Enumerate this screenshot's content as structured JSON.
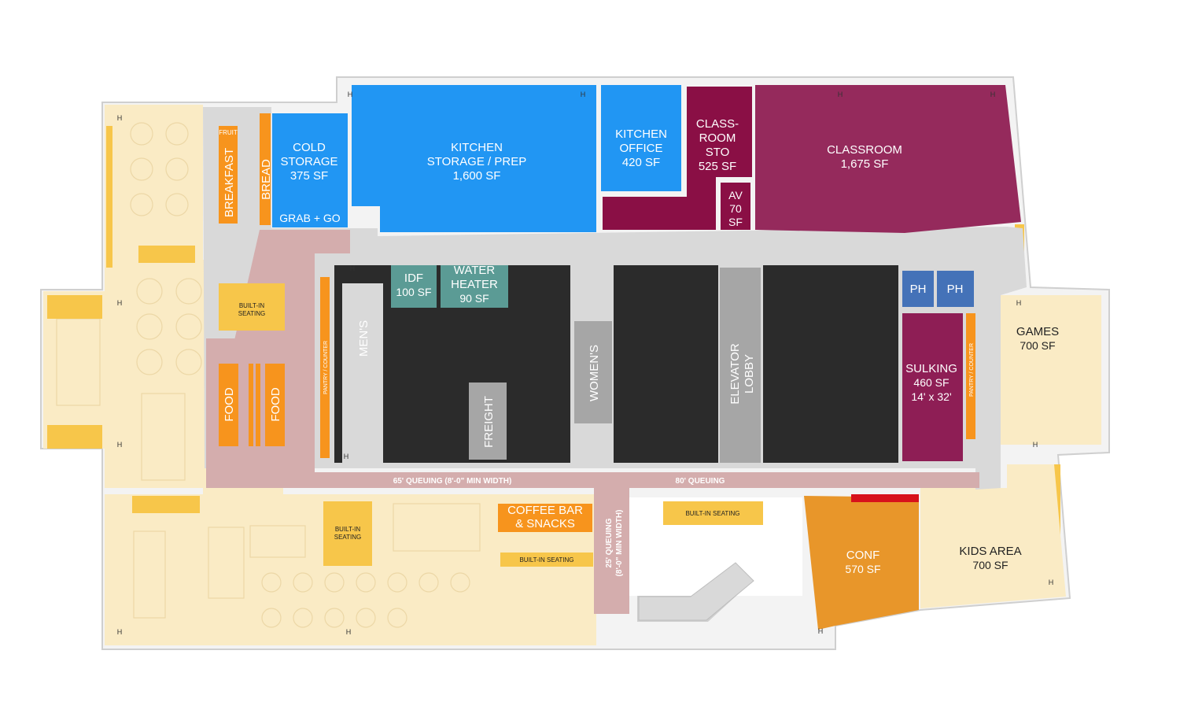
{
  "rooms": {
    "cold_storage": {
      "name_1": "COLD",
      "name_2": "STORAGE",
      "area": "375 SF",
      "color": "#2196f3"
    },
    "kitchen_storage": {
      "name_1": "KITCHEN",
      "name_2": "STORAGE / PREP",
      "area": "1,600 SF",
      "color": "#2196f3"
    },
    "kitchen_office": {
      "name_1": "KITCHEN",
      "name_2": "OFFICE",
      "area": "420 SF",
      "color": "#2196f3"
    },
    "classroom_sto": {
      "name_1": "CLASS-",
      "name_2": "ROOM",
      "name_3": "STO",
      "area": "525 SF",
      "color": "#8a0f45"
    },
    "av": {
      "name": "AV",
      "area_1": "70",
      "area_2": "SF",
      "color": "#8a0f45"
    },
    "classroom": {
      "name": "CLASSROOM",
      "area": "1,675 SF",
      "color": "#952a5c"
    },
    "idf": {
      "name": "IDF",
      "area": "100 SF",
      "color": "#5b9b95"
    },
    "water_heater": {
      "name_1": "WATER",
      "name_2": "HEATER",
      "area": "90 SF",
      "color": "#5b9b95"
    },
    "ph_1": {
      "name": "PH",
      "color": "#4472b8"
    },
    "ph_2": {
      "name": "PH",
      "color": "#4472b8"
    },
    "sulking": {
      "name": "SULKING",
      "area": "460 SF",
      "size": "14' x 32'",
      "color": "#8e1e55"
    },
    "games": {
      "name": "GAMES",
      "area": "700 SF",
      "color": "#f8e6c2"
    },
    "kids_area": {
      "name": "KIDS AREA",
      "area": "700 SF",
      "color": "#f8e6c2"
    },
    "conf": {
      "name": "CONF",
      "area": "570 SF",
      "color": "#e8962a"
    },
    "mens": {
      "name": "MEN'S"
    },
    "womens": {
      "name": "WOMEN'S"
    },
    "freight": {
      "name": "FREIGHT"
    },
    "elevator_lobby": {
      "name_1": "ELEVATOR",
      "name_2": "LOBBY"
    }
  },
  "stations": {
    "fruit": "FRUIT",
    "breakfast": "BREAKFAST",
    "bread": "BREAD",
    "grab_go": "GRAB + GO",
    "food_1": "FOOD",
    "food_2": "FOOD",
    "coffee_1": "COFFEE BAR",
    "coffee_2": "& SNACKS",
    "pantry_1": "PANTRY / COUNTER",
    "pantry_2": "PANTRY / COUNTER",
    "color": "#f7941d"
  },
  "seating": {
    "builtin_1": {
      "l1": "BUILT-IN",
      "l2": "SEATING"
    },
    "builtin_2": {
      "l1": "BUILT-IN",
      "l2": "SEATING"
    },
    "builtin_3": "BUILT-IN SEATING",
    "builtin_4": "BUILT-IN SEATING",
    "color": "#f7c64a"
  },
  "queuing": {
    "q65": "65' QUEUING (8'-0\" MIN WIDTH)",
    "q80": "80' QUEUING",
    "q25_1": "25' QUEUING",
    "q25_2": "(8'-0\" MIN WIDTH)",
    "color": "#d4adad"
  },
  "colors": {
    "dining": "#faebc5",
    "dining_accent": "#f7c64a",
    "corridor": "#d9d9d9",
    "core": "#2b2b2b",
    "wall": "#e2e2e2"
  },
  "hydrant_label": "H"
}
